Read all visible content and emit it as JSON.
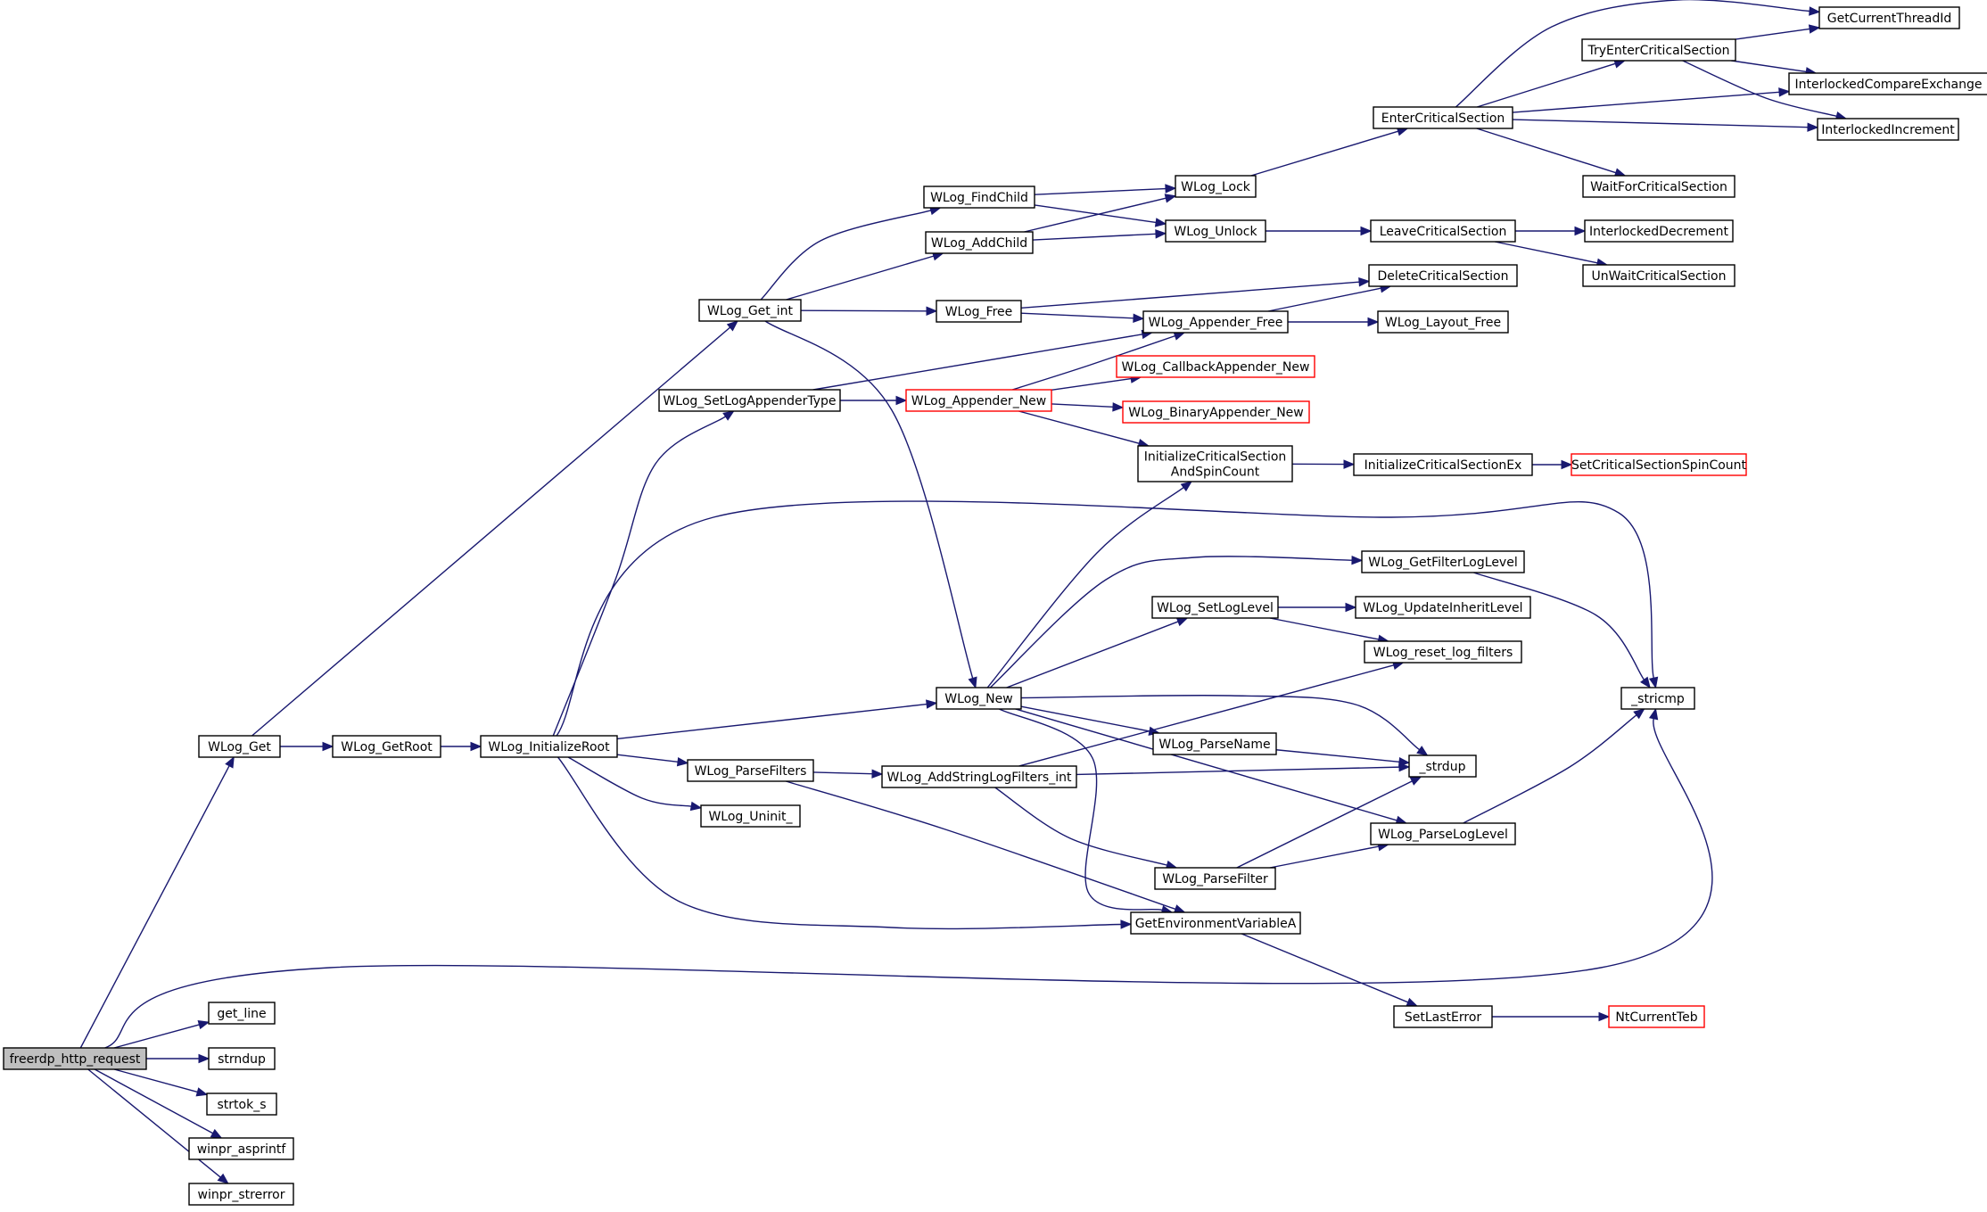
{
  "graph": {
    "root": "freerdp_http_request",
    "colors": {
      "edge": "#191970",
      "node_border": "#000000",
      "node_border_truncated": "#ff0000",
      "root_fill": "#bfbfbf",
      "node_fill": "#ffffff"
    },
    "nodes": [
      {
        "id": "freerdp_http_request",
        "label": "freerdp_http_request",
        "root": true
      },
      {
        "id": "WLog_Get",
        "label": "WLog_Get"
      },
      {
        "id": "get_line",
        "label": "get_line"
      },
      {
        "id": "strndup",
        "label": "strndup"
      },
      {
        "id": "strtok_s",
        "label": "strtok_s"
      },
      {
        "id": "winpr_asprintf",
        "label": "winpr_asprintf"
      },
      {
        "id": "winpr_strerror",
        "label": "winpr_strerror"
      },
      {
        "id": "WLog_GetRoot",
        "label": "WLog_GetRoot"
      },
      {
        "id": "WLog_InitializeRoot",
        "label": "WLog_InitializeRoot"
      },
      {
        "id": "WLog_Get_int",
        "label": "WLog_Get_int"
      },
      {
        "id": "WLog_SetLogAppenderType",
        "label": "WLog_SetLogAppenderType"
      },
      {
        "id": "WLog_ParseFilters",
        "label": "WLog_ParseFilters"
      },
      {
        "id": "WLog_Uninit_",
        "label": "WLog_Uninit_"
      },
      {
        "id": "WLog_FindChild",
        "label": "WLog_FindChild"
      },
      {
        "id": "WLog_AddChild",
        "label": "WLog_AddChild"
      },
      {
        "id": "WLog_Free",
        "label": "WLog_Free"
      },
      {
        "id": "WLog_Appender_New",
        "label": "WLog_Appender_New",
        "truncated": true
      },
      {
        "id": "WLog_New",
        "label": "WLog_New"
      },
      {
        "id": "WLog_AddStringLogFilters_int",
        "label": "WLog_AddStringLogFilters_int"
      },
      {
        "id": "WLog_Lock",
        "label": "WLog_Lock"
      },
      {
        "id": "WLog_Unlock",
        "label": "WLog_Unlock"
      },
      {
        "id": "WLog_Appender_Free",
        "label": "WLog_Appender_Free"
      },
      {
        "id": "WLog_CallbackAppender_New",
        "label": "WLog_CallbackAppender_New",
        "truncated": true
      },
      {
        "id": "WLog_BinaryAppender_New",
        "label": "WLog_BinaryAppender_New",
        "truncated": true
      },
      {
        "id": "InitializeCriticalSectionAndSpinCount",
        "label": "InitializeCriticalSection\nAndSpinCount"
      },
      {
        "id": "WLog_SetLogLevel",
        "label": "WLog_SetLogLevel"
      },
      {
        "id": "WLog_ParseName",
        "label": "WLog_ParseName"
      },
      {
        "id": "WLog_ParseFilter",
        "label": "WLog_ParseFilter"
      },
      {
        "id": "GetEnvironmentVariableA",
        "label": "GetEnvironmentVariableA"
      },
      {
        "id": "EnterCriticalSection",
        "label": "EnterCriticalSection"
      },
      {
        "id": "LeaveCriticalSection",
        "label": "LeaveCriticalSection"
      },
      {
        "id": "DeleteCriticalSection",
        "label": "DeleteCriticalSection"
      },
      {
        "id": "WLog_Layout_Free",
        "label": "WLog_Layout_Free"
      },
      {
        "id": "InitializeCriticalSectionEx",
        "label": "InitializeCriticalSectionEx"
      },
      {
        "id": "WLog_GetFilterLogLevel",
        "label": "WLog_GetFilterLogLevel"
      },
      {
        "id": "WLog_UpdateInheritLevel",
        "label": "WLog_UpdateInheritLevel"
      },
      {
        "id": "WLog_reset_log_filters",
        "label": "WLog_reset_log_filters"
      },
      {
        "id": "_strdup",
        "label": "_strdup"
      },
      {
        "id": "WLog_ParseLogLevel",
        "label": "WLog_ParseLogLevel"
      },
      {
        "id": "SetLastError",
        "label": "SetLastError"
      },
      {
        "id": "TryEnterCriticalSection",
        "label": "TryEnterCriticalSection"
      },
      {
        "id": "WaitForCriticalSection",
        "label": "WaitForCriticalSection"
      },
      {
        "id": "InterlockedDecrement",
        "label": "InterlockedDecrement"
      },
      {
        "id": "UnWaitCriticalSection",
        "label": "UnWaitCriticalSection"
      },
      {
        "id": "SetCriticalSectionSpinCount",
        "label": "SetCriticalSectionSpinCount",
        "truncated": true
      },
      {
        "id": "_stricmp",
        "label": "_stricmp"
      },
      {
        "id": "NtCurrentTeb",
        "label": "NtCurrentTeb",
        "truncated": true
      },
      {
        "id": "GetCurrentThreadId",
        "label": "GetCurrentThreadId"
      },
      {
        "id": "InterlockedCompareExchange",
        "label": "InterlockedCompareExchange"
      },
      {
        "id": "InterlockedIncrement",
        "label": "InterlockedIncrement"
      }
    ],
    "edges": [
      [
        "freerdp_http_request",
        "WLog_Get"
      ],
      [
        "freerdp_http_request",
        "_stricmp"
      ],
      [
        "freerdp_http_request",
        "get_line"
      ],
      [
        "freerdp_http_request",
        "strndup"
      ],
      [
        "freerdp_http_request",
        "strtok_s"
      ],
      [
        "freerdp_http_request",
        "winpr_asprintf"
      ],
      [
        "freerdp_http_request",
        "winpr_strerror"
      ],
      [
        "WLog_Get",
        "WLog_Get_int"
      ],
      [
        "WLog_Get",
        "WLog_GetRoot"
      ],
      [
        "WLog_GetRoot",
        "WLog_InitializeRoot"
      ],
      [
        "WLog_InitializeRoot",
        "WLog_SetLogAppenderType"
      ],
      [
        "WLog_InitializeRoot",
        "_stricmp"
      ],
      [
        "WLog_InitializeRoot",
        "WLog_New"
      ],
      [
        "WLog_InitializeRoot",
        "WLog_ParseFilters"
      ],
      [
        "WLog_InitializeRoot",
        "WLog_Uninit_"
      ],
      [
        "WLog_InitializeRoot",
        "GetEnvironmentVariableA"
      ],
      [
        "WLog_Get_int",
        "WLog_FindChild"
      ],
      [
        "WLog_Get_int",
        "WLog_AddChild"
      ],
      [
        "WLog_Get_int",
        "WLog_Free"
      ],
      [
        "WLog_Get_int",
        "WLog_New"
      ],
      [
        "WLog_FindChild",
        "WLog_Lock"
      ],
      [
        "WLog_FindChild",
        "WLog_Unlock"
      ],
      [
        "WLog_AddChild",
        "WLog_Lock"
      ],
      [
        "WLog_AddChild",
        "WLog_Unlock"
      ],
      [
        "WLog_Free",
        "DeleteCriticalSection"
      ],
      [
        "WLog_Free",
        "WLog_Appender_Free"
      ],
      [
        "WLog_Lock",
        "EnterCriticalSection"
      ],
      [
        "WLog_Unlock",
        "LeaveCriticalSection"
      ],
      [
        "EnterCriticalSection",
        "GetCurrentThreadId"
      ],
      [
        "EnterCriticalSection",
        "TryEnterCriticalSection"
      ],
      [
        "EnterCriticalSection",
        "InterlockedCompareExchange"
      ],
      [
        "EnterCriticalSection",
        "InterlockedIncrement"
      ],
      [
        "EnterCriticalSection",
        "WaitForCriticalSection"
      ],
      [
        "TryEnterCriticalSection",
        "GetCurrentThreadId"
      ],
      [
        "TryEnterCriticalSection",
        "InterlockedCompareExchange"
      ],
      [
        "TryEnterCriticalSection",
        "InterlockedIncrement"
      ],
      [
        "LeaveCriticalSection",
        "InterlockedDecrement"
      ],
      [
        "LeaveCriticalSection",
        "UnWaitCriticalSection"
      ],
      [
        "WLog_Appender_Free",
        "DeleteCriticalSection"
      ],
      [
        "WLog_Appender_Free",
        "WLog_Layout_Free"
      ],
      [
        "WLog_SetLogAppenderType",
        "WLog_Appender_Free"
      ],
      [
        "WLog_SetLogAppenderType",
        "WLog_Appender_New"
      ],
      [
        "WLog_Appender_New",
        "WLog_Appender_Free"
      ],
      [
        "WLog_Appender_New",
        "WLog_CallbackAppender_New"
      ],
      [
        "WLog_Appender_New",
        "WLog_BinaryAppender_New"
      ],
      [
        "WLog_Appender_New",
        "InitializeCriticalSectionAndSpinCount"
      ],
      [
        "InitializeCriticalSectionAndSpinCount",
        "InitializeCriticalSectionEx"
      ],
      [
        "InitializeCriticalSectionEx",
        "SetCriticalSectionSpinCount"
      ],
      [
        "WLog_New",
        "InitializeCriticalSectionAndSpinCount"
      ],
      [
        "WLog_New",
        "WLog_GetFilterLogLevel"
      ],
      [
        "WLog_New",
        "WLog_SetLogLevel"
      ],
      [
        "WLog_New",
        "_strdup"
      ],
      [
        "WLog_New",
        "WLog_ParseName"
      ],
      [
        "WLog_New",
        "WLog_ParseLogLevel"
      ],
      [
        "WLog_New",
        "GetEnvironmentVariableA"
      ],
      [
        "WLog_SetLogLevel",
        "WLog_UpdateInheritLevel"
      ],
      [
        "WLog_SetLogLevel",
        "WLog_reset_log_filters"
      ],
      [
        "WLog_GetFilterLogLevel",
        "_stricmp"
      ],
      [
        "WLog_ParseName",
        "_strdup"
      ],
      [
        "WLog_ParseFilters",
        "WLog_AddStringLogFilters_int"
      ],
      [
        "WLog_ParseFilters",
        "GetEnvironmentVariableA"
      ],
      [
        "WLog_AddStringLogFilters_int",
        "WLog_reset_log_filters"
      ],
      [
        "WLog_AddStringLogFilters_int",
        "_strdup"
      ],
      [
        "WLog_AddStringLogFilters_int",
        "WLog_ParseFilter"
      ],
      [
        "WLog_ParseFilter",
        "_strdup"
      ],
      [
        "WLog_ParseFilter",
        "WLog_ParseLogLevel"
      ],
      [
        "WLog_ParseLogLevel",
        "_stricmp"
      ],
      [
        "GetEnvironmentVariableA",
        "SetLastError"
      ],
      [
        "SetLastError",
        "NtCurrentTeb"
      ]
    ]
  }
}
